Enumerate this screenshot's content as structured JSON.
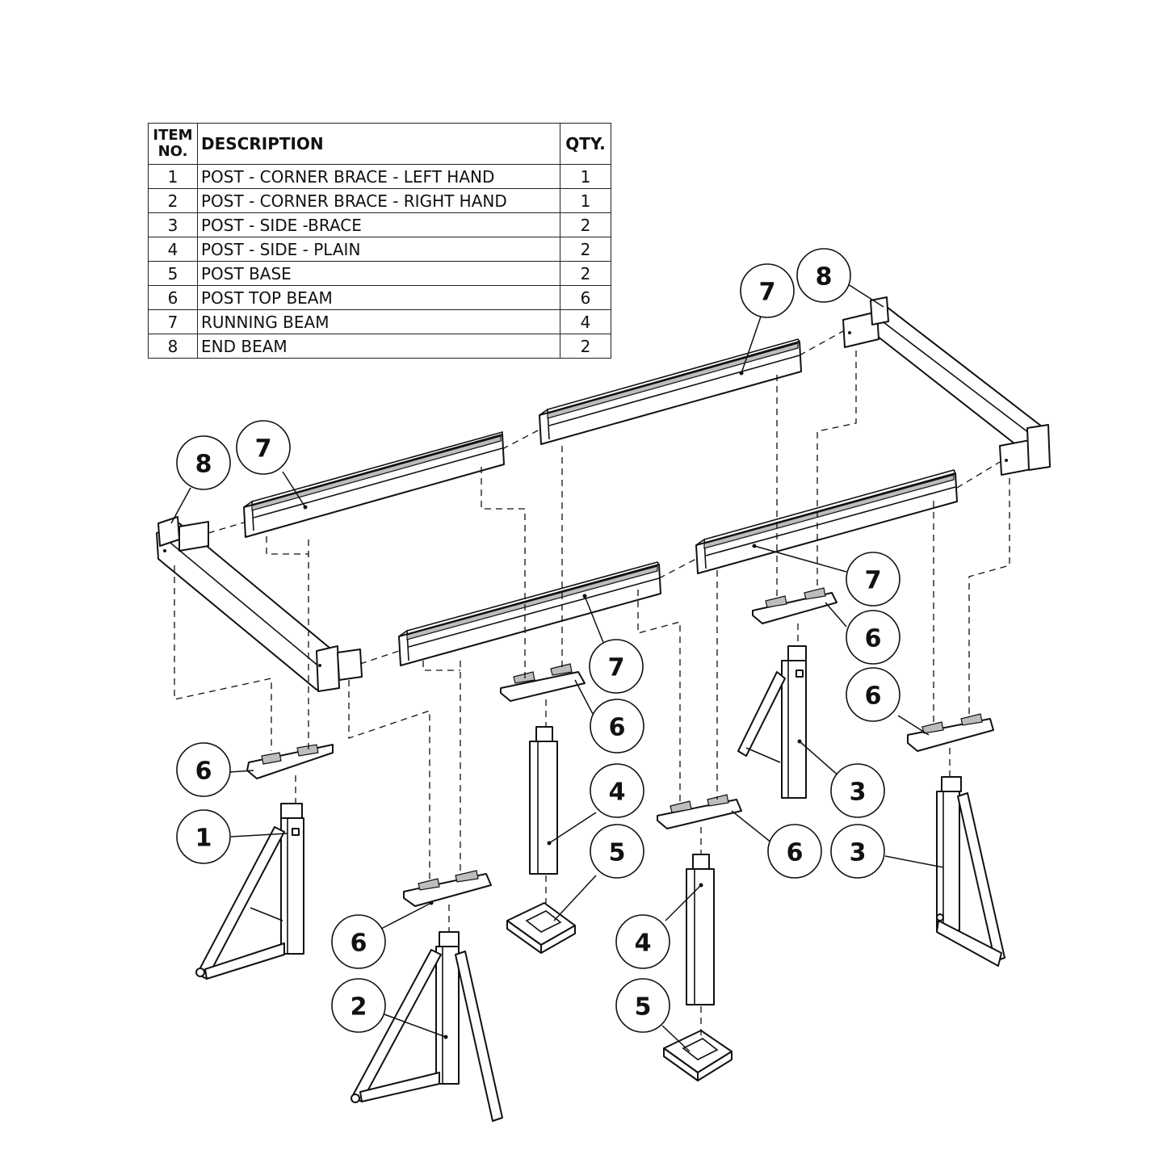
{
  "bom": {
    "headers": {
      "item_no_line1": "ITEM",
      "item_no_line2": "NO.",
      "description": "DESCRIPTION",
      "qty": "QTY."
    },
    "rows": [
      {
        "item": "1",
        "description": "POST - CORNER BRACE - LEFT HAND",
        "qty": "1"
      },
      {
        "item": "2",
        "description": "POST - CORNER BRACE - RIGHT HAND",
        "qty": "1"
      },
      {
        "item": "3",
        "description": "POST - SIDE -BRACE",
        "qty": "2"
      },
      {
        "item": "4",
        "description": "POST - SIDE - PLAIN",
        "qty": "2"
      },
      {
        "item": "5",
        "description": "POST BASE",
        "qty": "2"
      },
      {
        "item": "6",
        "description": "POST TOP BEAM",
        "qty": "6"
      },
      {
        "item": "7",
        "description": "RUNNING BEAM",
        "qty": "4"
      },
      {
        "item": "8",
        "description": "END BEAM",
        "qty": "2"
      }
    ]
  },
  "balloons": {
    "b8_left": "8",
    "b7_upper_left": "7",
    "b7_top": "7",
    "b8_right": "8",
    "b7_right": "7",
    "b7_middle": "7",
    "b6_left": "6",
    "b6_mid_upper": "6",
    "b6_right_upper": "6",
    "b6_right": "6",
    "b6_mid_lower": "6",
    "b6_lower_left": "6",
    "b1": "1",
    "b2": "2",
    "b3_upper": "3",
    "b3_lower": "3",
    "b4_upper": "4",
    "b4_lower": "4",
    "b5_upper": "5",
    "b5_lower": "5"
  }
}
